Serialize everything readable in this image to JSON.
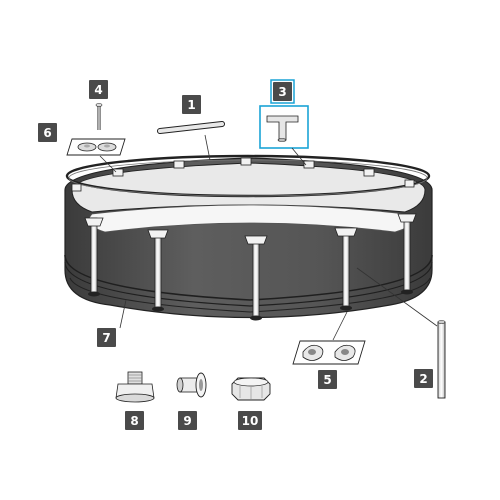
{
  "parts": [
    {
      "number": "1",
      "name": "beam"
    },
    {
      "number": "2",
      "name": "leg"
    },
    {
      "number": "3",
      "name": "t-joint",
      "highlighted": true
    },
    {
      "number": "4",
      "name": "pin"
    },
    {
      "number": "5",
      "name": "leg-caps"
    },
    {
      "number": "6",
      "name": "seal-caps"
    },
    {
      "number": "7",
      "name": "pool-liner"
    },
    {
      "number": "8",
      "name": "drain-valve"
    },
    {
      "number": "9",
      "name": "strainer-connector"
    },
    {
      "number": "10",
      "name": "nut"
    }
  ],
  "colors": {
    "badge": "#4a4a4a",
    "badge_text": "#ffffff",
    "highlight": "#1aa3d6",
    "pool_wall": "#555555",
    "pool_wall_dark": "#3c3c3c",
    "frame": "#e6e6e6",
    "outline": "#222222"
  }
}
